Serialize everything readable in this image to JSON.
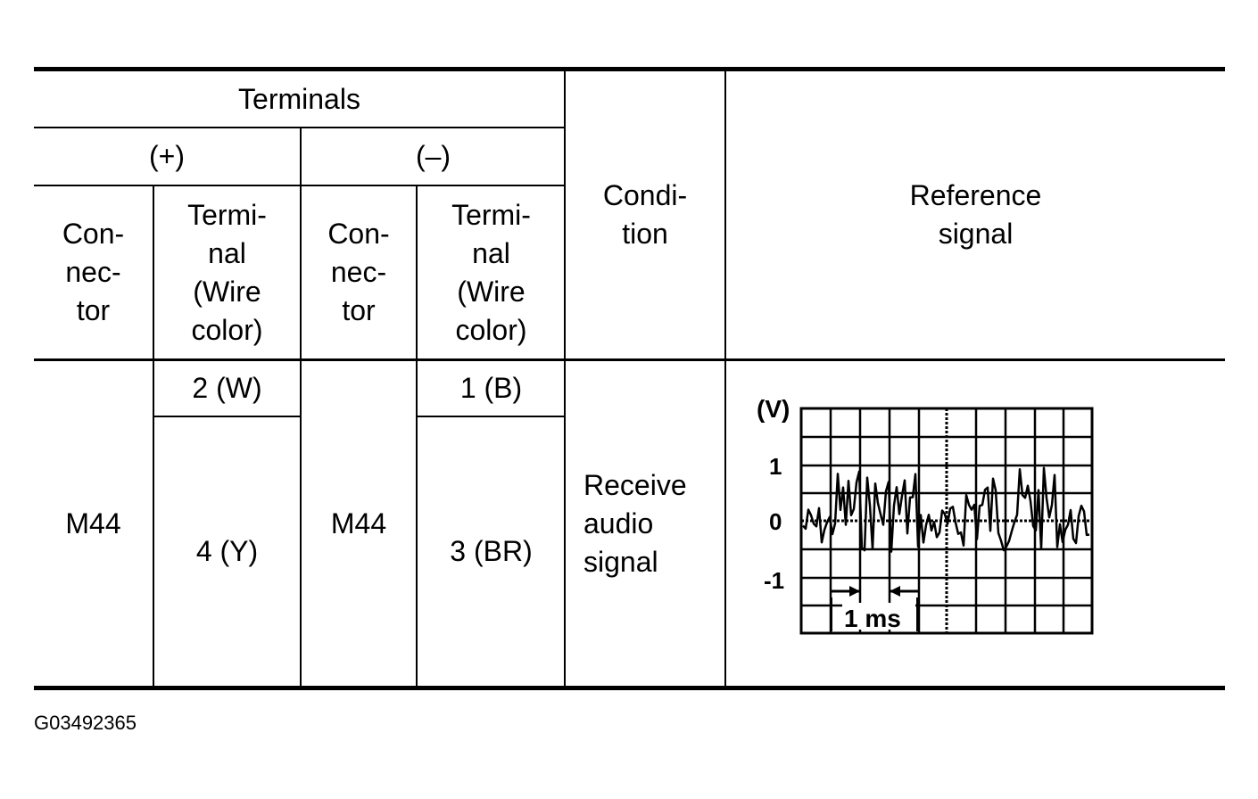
{
  "header": {
    "terminals": "Terminals",
    "plus": "(+)",
    "minus": "(–)",
    "connector": "Con-\nnec-\ntor",
    "terminal_wire": "Termi-\nnal\n(Wire\ncolor)",
    "condition": "Condi-\ntion",
    "reference_signal": "Reference\nsignal"
  },
  "row": {
    "plus_connector": "M44",
    "plus_terminal_1": "2 (W)",
    "plus_terminal_2": "4 (Y)",
    "minus_connector": "M44",
    "minus_terminal_1": "1 (B)",
    "minus_terminal_2": "3 (BR)",
    "condition": "Receive\naudio\nsignal"
  },
  "signal": {
    "unit_label": "(V)",
    "y_ticks": [
      "1",
      "0",
      "-1"
    ],
    "time_scale": "1 ms"
  },
  "figure_id": "G03492365"
}
